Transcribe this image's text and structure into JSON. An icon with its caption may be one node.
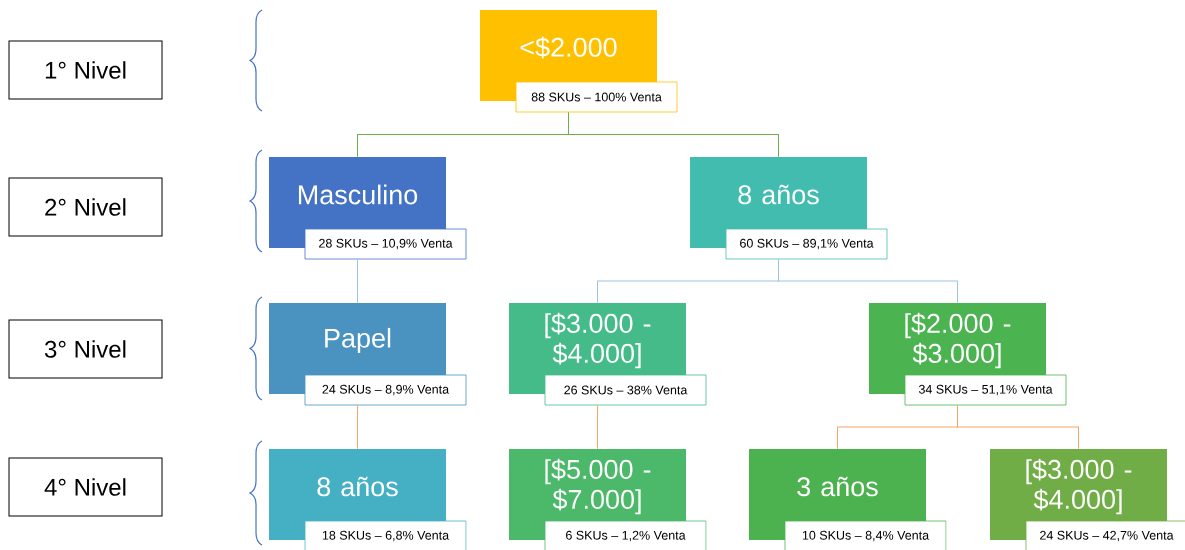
{
  "diagram": {
    "nodes": [
      {
        "text": [
          "1° Nivel"
        ]
      },
      {
        "text": [
          "2° Nivel"
        ]
      },
      {
        "text": [
          "3° Nivel"
        ]
      },
      {
        "text": [
          "4° Nivel"
        ]
      },
      {
        "text": [
          "<$2.000",
          "88 SKUs – 100% Venta"
        ]
      },
      {
        "text": [
          "Masculino",
          "28 SKUs – 10,9% Venta"
        ]
      },
      {
        "text": [
          "8 años",
          "60 SKUs – 89,1% Venta"
        ]
      },
      {
        "text": [
          "Papel",
          "24 SKUs – 8,9% Venta"
        ]
      },
      {
        "text": [
          "[$3.000 - $4.000]",
          "26 SKUs – 38% Venta"
        ]
      },
      {
        "text": [
          "[$2.000 - $3.000]",
          "34 SKUs – 51,1% Venta"
        ]
      },
      {
        "text": [
          "8 años",
          "18 SKUs – 6,8% Venta"
        ]
      },
      {
        "text": [
          "[$5.000 - $7.000]",
          "6 SKUs – 1,2% Venta"
        ]
      },
      {
        "text": [
          "3 años",
          "10 SKUs – 8,4% Venta"
        ]
      },
      {
        "text": [
          "[$3.000 - $4.000]",
          "24 SKUs – 42,7% Venta"
        ]
      }
    ],
    "edges": [
      {
        "from": 4,
        "to": 5,
        "arrow": "none",
        "color": "#70ad47"
      },
      {
        "from": 4,
        "to": 6,
        "arrow": "none",
        "color": "#70ad47"
      },
      {
        "from": 5,
        "to": 7,
        "arrow": "none",
        "color": "#9dc3e6"
      },
      {
        "from": 6,
        "to": 8,
        "arrow": "none",
        "color": "#9dc3e6"
      },
      {
        "from": 6,
        "to": 9,
        "arrow": "none",
        "color": "#9dc3e6"
      },
      {
        "from": 7,
        "to": 10,
        "arrow": "none",
        "color": "#f4a46a"
      },
      {
        "from": 8,
        "to": 11,
        "arrow": "none",
        "color": "#f4a46a"
      },
      {
        "from": 9,
        "to": 12,
        "arrow": "none",
        "color": "#f4a46a"
      },
      {
        "from": 9,
        "to": 13,
        "arrow": "none",
        "color": "#f4a46a"
      }
    ]
  }
}
